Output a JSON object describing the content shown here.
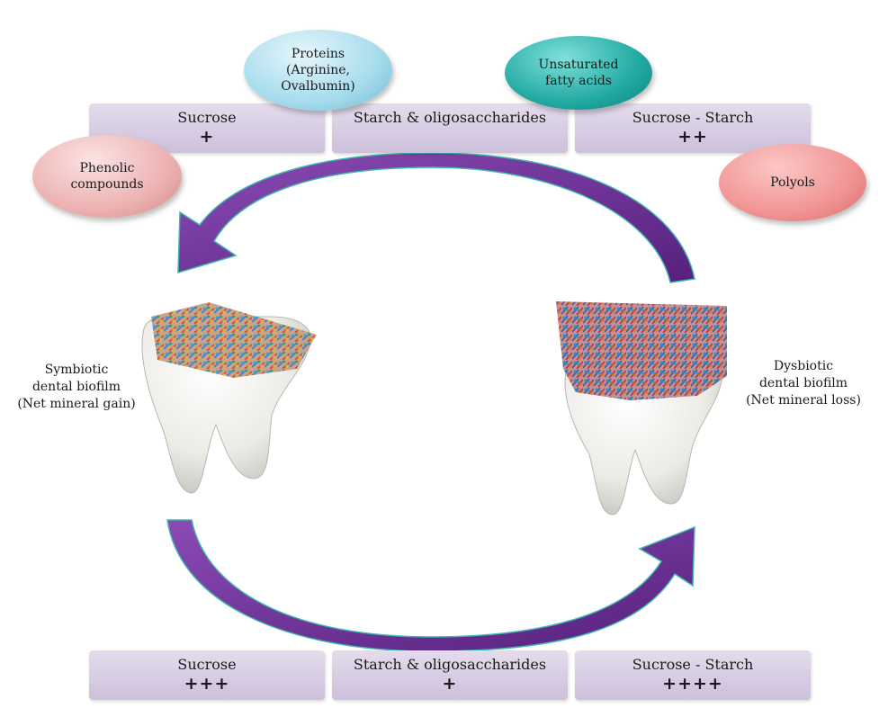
{
  "top_panels": [
    {
      "label": "Sucrose",
      "level": "+"
    },
    {
      "label": "Starch & oligosaccharides",
      "level": ""
    },
    {
      "label": "Sucrose - Starch",
      "level": "++"
    }
  ],
  "bottom_panels": [
    {
      "label": "Sucrose",
      "level": "+++"
    },
    {
      "label": "Starch & oligosaccharides",
      "level": "+"
    },
    {
      "label": "Sucrose - Starch",
      "level": "++++"
    }
  ],
  "ovals": {
    "proteins": [
      "Proteins",
      "(Arginine,",
      "Ovalbumin)"
    ],
    "fatty_acids": [
      "Unsaturated",
      "fatty acids"
    ],
    "phenolic": [
      "Phenolic",
      "compounds"
    ],
    "polyols": [
      "Polyols"
    ]
  },
  "captions": {
    "symbiotic": [
      "Symbiotic",
      "dental biofilm",
      "(Net mineral gain)"
    ],
    "dysbiotic": [
      "Dysbiotic",
      "dental biofilm",
      "(Net mineral loss)"
    ]
  },
  "colors": {
    "arrow": "#6a2c91",
    "arrow_edge": "#3fb6b0",
    "panel": "#d6cae2",
    "tooth": "#eeeeea"
  },
  "icons": {
    "top_arrow": "curved-arrow-left",
    "bottom_arrow": "curved-arrow-right",
    "tooth_left": "tooth-with-biofilm",
    "tooth_right": "tooth-with-dense-biofilm"
  }
}
